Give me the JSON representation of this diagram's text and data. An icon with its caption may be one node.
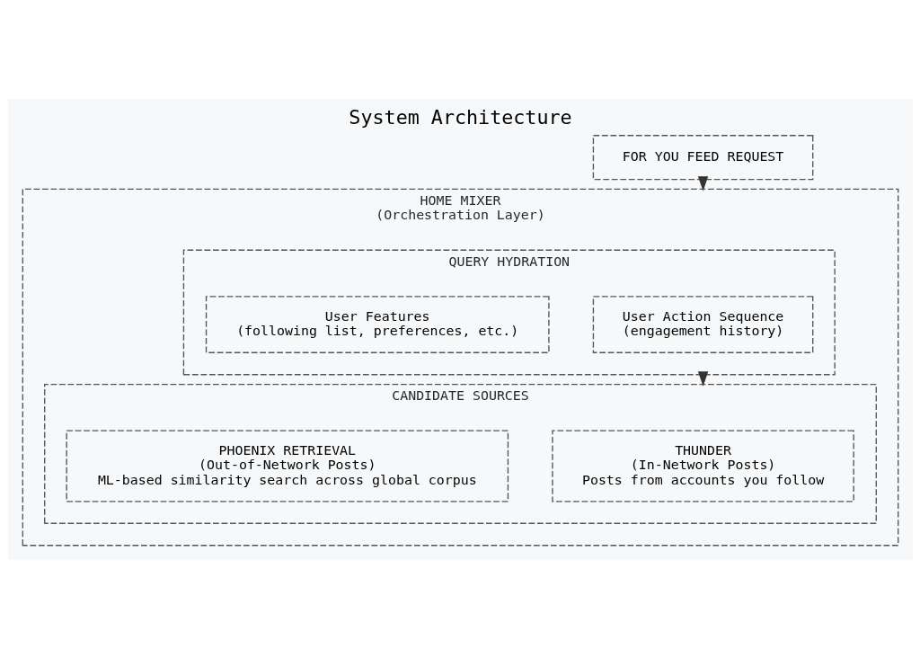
{
  "diagram": {
    "title": "System Architecture",
    "nodes": [
      {
        "text": [
          "FOR YOU FEED REQUEST"
        ]
      },
      {
        "text": [
          "HOME MIXER",
          "(Orchestration Layer)"
        ]
      },
      {
        "text": [
          "QUERY HYDRATION"
        ],
        "in": 1
      },
      {
        "text": [
          "User Action Sequence",
          "(engagement history)"
        ],
        "in": 2
      },
      {
        "text": [
          "User Features",
          "(following list, preferences, etc.)"
        ],
        "in": 2
      },
      {
        "text": [
          "CANDIDATE SOURCES"
        ],
        "in": 1
      },
      {
        "text": [
          "THUNDER",
          "(In-Network Posts)",
          "Posts from accounts you follow"
        ],
        "in": 5
      },
      {
        "text": [
          "PHOENIX RETRIEVAL",
          "(Out-of-Network Posts)",
          "ML-based similarity search across global corpus"
        ],
        "in": 5
      }
    ],
    "edges": [
      {
        "from": 0,
        "to": 1,
        "arrow": "to"
      },
      {
        "from": 2,
        "to": 5,
        "arrow": "to"
      }
    ]
  }
}
